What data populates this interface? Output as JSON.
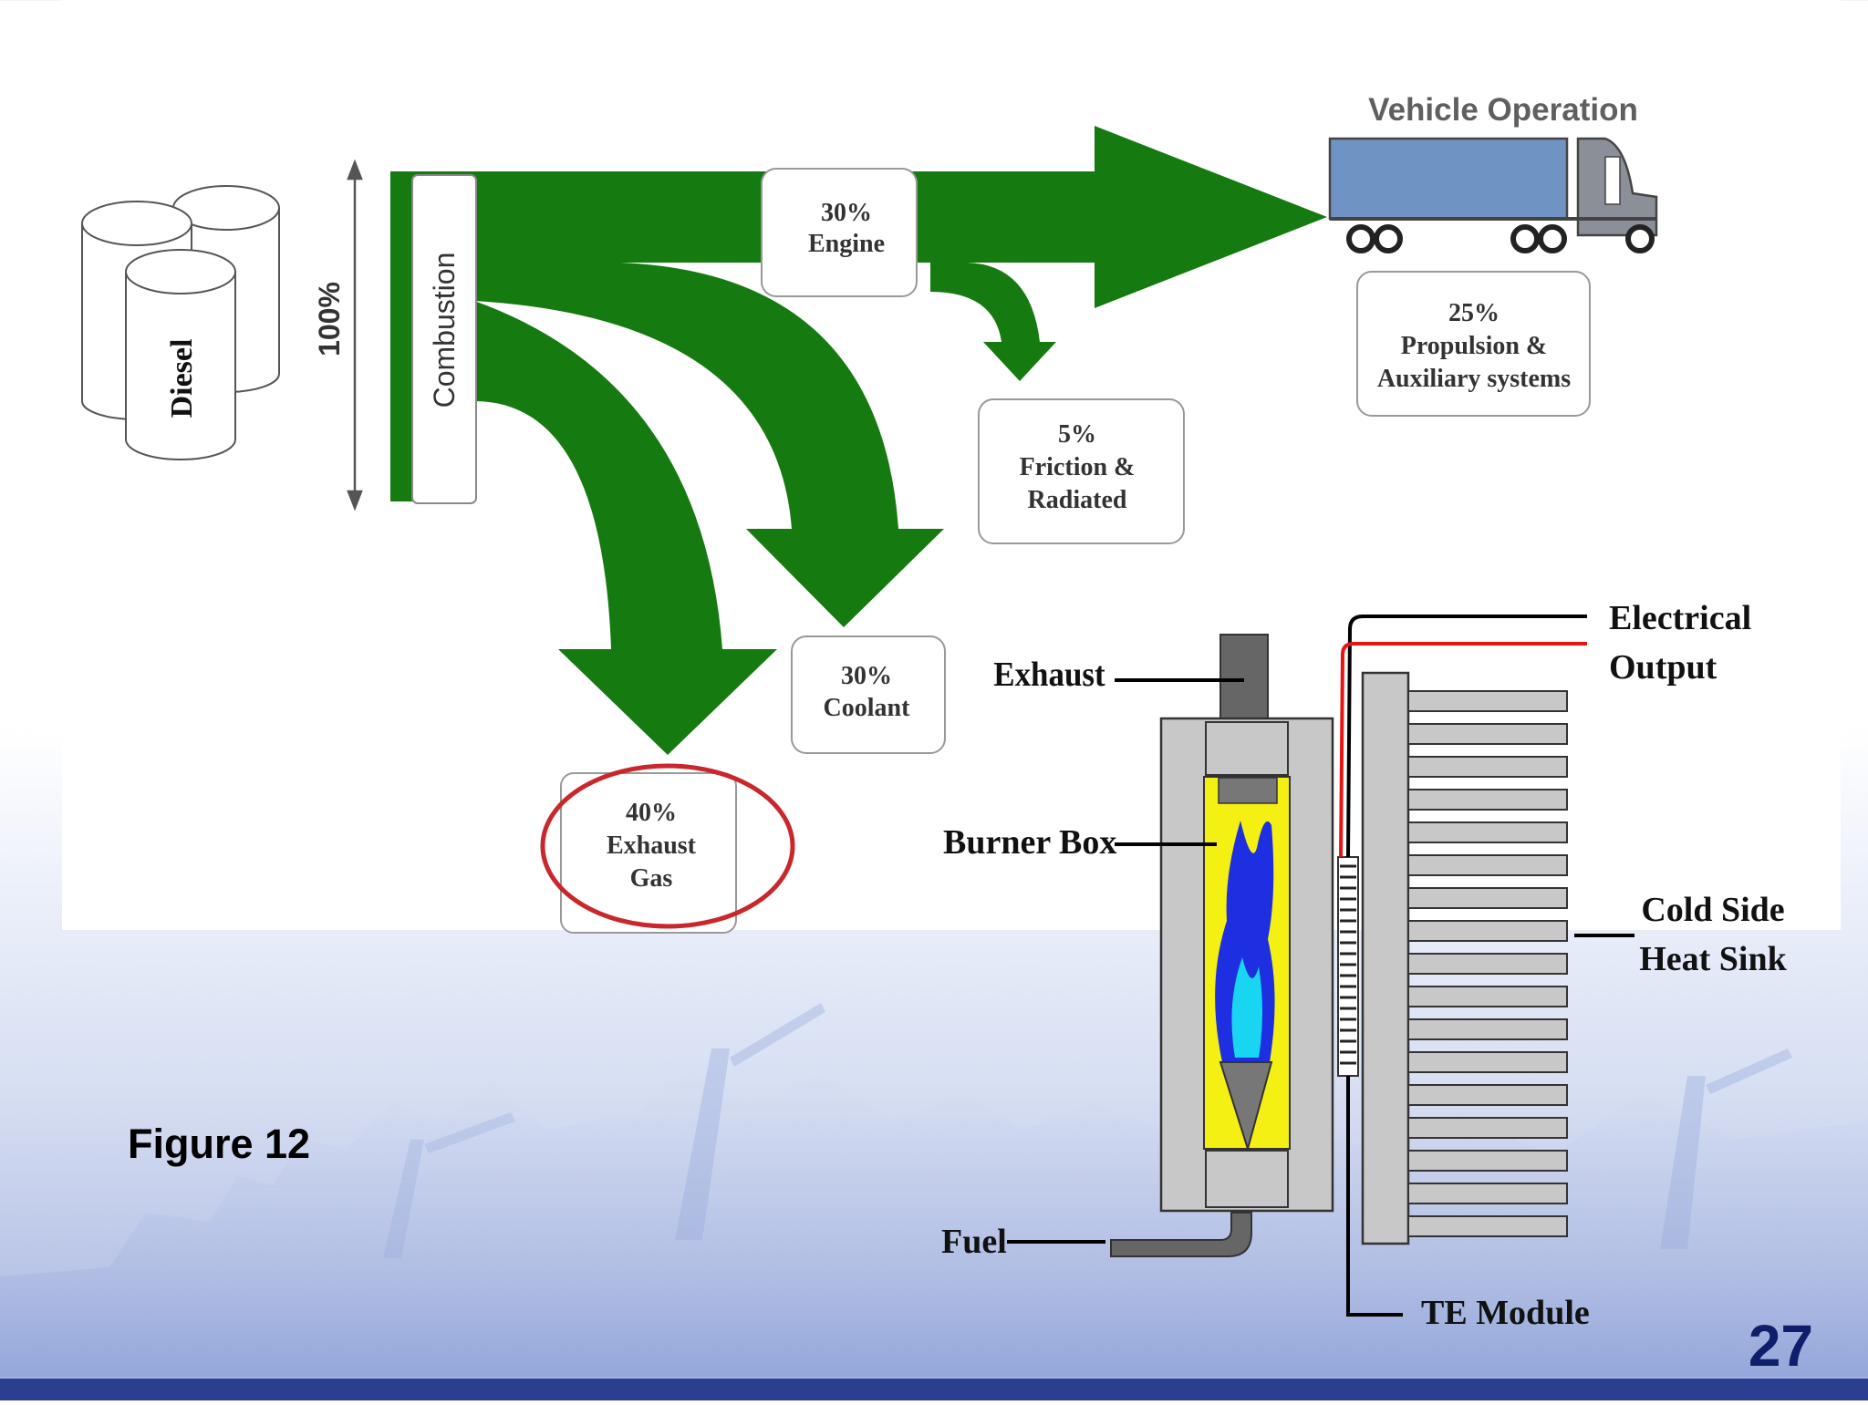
{
  "sankey": {
    "source": "Diesel",
    "total": "100%",
    "stage": "Combustion",
    "flows": {
      "engine": "30%\nEngine",
      "friction": "5%\nFriction &\nRadiated",
      "coolant": "30%\nCoolant",
      "exhaust": "40%\nExhaust\nGas",
      "propulsion": "25%\nPropulsion &\nAuxiliary systems"
    },
    "vehicle_label": "Vehicle Operation"
  },
  "teg": {
    "exhaust": "Exhaust",
    "burner_box": "Burner Box",
    "fuel": "Fuel",
    "te_module": "TE Module",
    "electrical_output": "Electrical\nOutput",
    "cold_side": "Cold Side\nHeat Sink"
  },
  "figure_label": "Figure 12",
  "page_number": "27",
  "colors": {
    "flow": "#157a10",
    "truck_trailer": "#6f94c4",
    "highlight_ring": "#c8272c",
    "flame": "#1d2fe0",
    "burner_fill": "#f5f014",
    "page_number": "#0d1e6a"
  }
}
